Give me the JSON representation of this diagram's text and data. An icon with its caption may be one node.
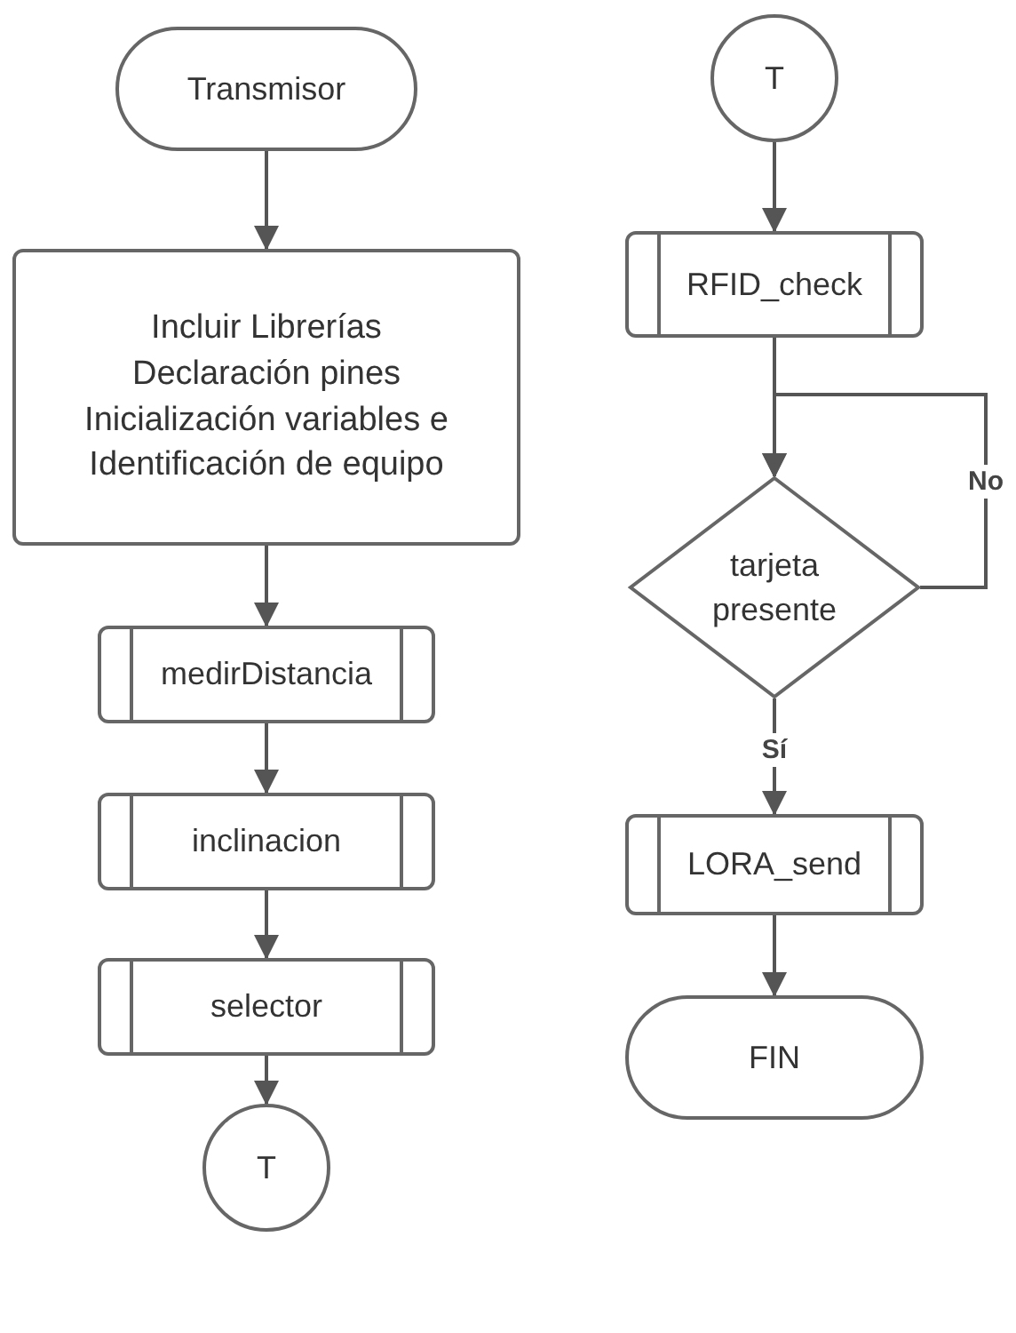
{
  "diagram": {
    "nodes": [
      {
        "text": [
          "Transmisor"
        ]
      },
      {
        "text": [
          "Incluir Librerías",
          "Declaración pines",
          "Inicialización variables e",
          "Identificación de equipo"
        ]
      },
      {
        "text": [
          "medirDistancia"
        ]
      },
      {
        "text": [
          "inclinacion"
        ]
      },
      {
        "text": [
          "selector"
        ]
      },
      {
        "text": [
          "T"
        ]
      },
      {
        "text": [
          "T"
        ]
      },
      {
        "text": [
          "RFID_check"
        ]
      },
      {
        "text": [
          "tarjeta presente"
        ]
      },
      {
        "text": [
          "LORA_send"
        ]
      },
      {
        "text": [
          "FIN"
        ]
      }
    ],
    "edges": [
      {
        "from": 0,
        "to": 1,
        "arrow": "to"
      },
      {
        "from": 1,
        "to": 2,
        "arrow": "to"
      },
      {
        "from": 2,
        "to": 3,
        "arrow": "to"
      },
      {
        "from": 3,
        "to": 4,
        "arrow": "to"
      },
      {
        "from": 4,
        "to": 5,
        "arrow": "to"
      },
      {
        "from": 6,
        "to": 7,
        "arrow": "to"
      },
      {
        "from": 7,
        "to": 8,
        "arrow": "to"
      },
      {
        "from": 8,
        "to": 8,
        "arrow": "to",
        "label": "No"
      },
      {
        "from": 8,
        "to": 9,
        "arrow": "to",
        "label": "Sí"
      },
      {
        "from": 9,
        "to": 10,
        "arrow": "to"
      }
    ]
  }
}
